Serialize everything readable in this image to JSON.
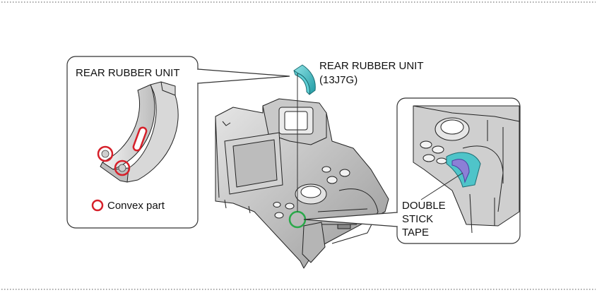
{
  "callout_left": {
    "title": "REAR RUBBER UNIT",
    "legend_label": "Convex part"
  },
  "part_label": {
    "name": "REAR RUBBER UNIT",
    "code": "(13J7G)"
  },
  "callout_right": {
    "lines": [
      "DOUBLE",
      "STICK",
      "TAPE"
    ]
  },
  "colors": {
    "highlight_red": "#d6202a",
    "highlight_green": "#2aa84a",
    "rubber_teal": "#37b9c0",
    "tape_purple": "#8c7fd6",
    "outline": "#333333"
  },
  "icons": [
    "convex-marker-icon",
    "leader-line"
  ]
}
